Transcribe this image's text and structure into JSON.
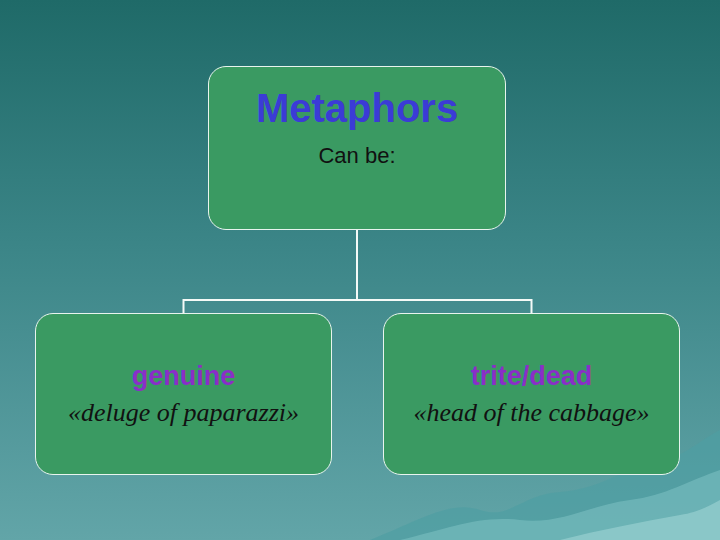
{
  "diagram": {
    "nodes": [
      {
        "text": [
          "Metaphors",
          "Can be:"
        ]
      },
      {
        "text": [
          "genuine",
          "«deluge of paparazzi»"
        ]
      },
      {
        "text": [
          "trite/dead",
          "«head of the cabbage»"
        ]
      }
    ],
    "edges": [
      {
        "from": 0,
        "to": 1,
        "arrow": "none"
      },
      {
        "from": 0,
        "to": 2,
        "arrow": "none"
      }
    ]
  }
}
